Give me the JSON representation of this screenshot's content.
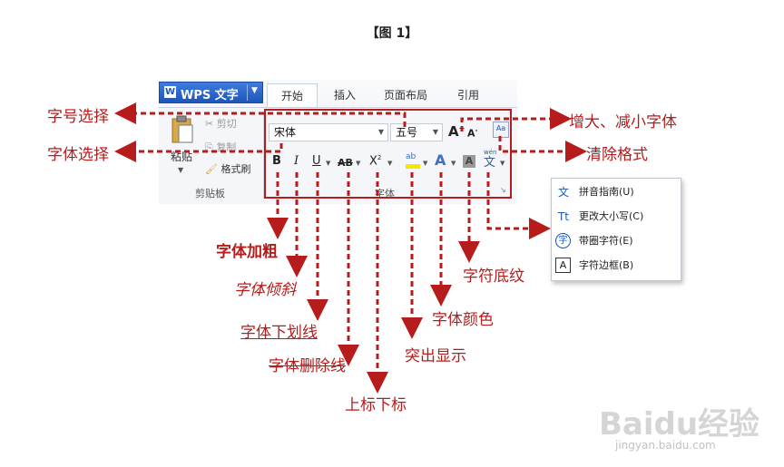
{
  "figure_title": "【图 1】",
  "app": {
    "button_label": "WPS 文字",
    "tabs": [
      "开始",
      "插入",
      "页面布局",
      "引用"
    ]
  },
  "clipboard": {
    "paste_label": "粘贴",
    "cut_label": "剪切",
    "copy_label": "复制",
    "format_painter_label": "格式刷",
    "group_label": "剪贴板"
  },
  "font_group": {
    "font_name": "宋体",
    "font_size": "五号",
    "grow_label": "A",
    "shrink_label": "A",
    "bold": "B",
    "italic": "I",
    "underline": "U",
    "strike": "AB",
    "superscript": "X",
    "color_glyph": "A",
    "shading_glyph": "A",
    "phonetic_glyph": "文",
    "group_label": "字体"
  },
  "annotations": {
    "font_size_select": "字号选择",
    "font_select": "字体选择",
    "grow_shrink": "增大、减小字体",
    "clear_format": "清除格式",
    "bold": "字体加粗",
    "italic": "字体倾斜",
    "underline": "字体下划线",
    "strikethrough": "字体删除线",
    "super_sub": "上标下标",
    "highlight": "突出显示",
    "font_color": "字体颜色",
    "char_shading": "字符底纹"
  },
  "menu": {
    "items": [
      {
        "icon": "文",
        "label": "拼音指南(U)"
      },
      {
        "icon": "Tt",
        "label": "更改大小写(C)"
      },
      {
        "icon": "字",
        "label": "带圈字符(E)"
      },
      {
        "icon": "A",
        "label": "字符边框(B)"
      }
    ]
  },
  "watermark": {
    "brand": "Baidu经验",
    "url": "jingyan.baidu.com"
  },
  "colors": {
    "annotation_red": "#b61c1c",
    "wps_blue": "#1d55b8"
  }
}
